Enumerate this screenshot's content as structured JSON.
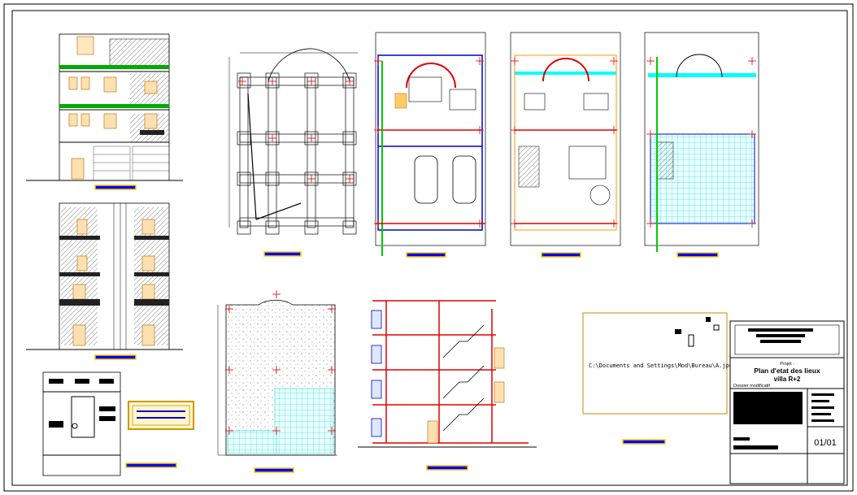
{
  "title_block": {
    "project_label": "Projet :",
    "title": "Plan d'etat des lieux",
    "subtitle": "villa R+2",
    "dossier": "Dossier modificatif",
    "sheet_number": "01/01"
  },
  "xref_path": "C:\\Documents and Settings\\Mod\\Bureau\\A.jpg",
  "colors": {
    "frame": "#000000",
    "wall_red": "#e00000",
    "wall_blue": "#0000cc",
    "furniture_orange": "#ff9900",
    "grid_cyan": "#00ffff",
    "green": "#00aa00",
    "title_bar_blue": "#0000ff",
    "title_bar_yellow": "#ffcc00"
  }
}
